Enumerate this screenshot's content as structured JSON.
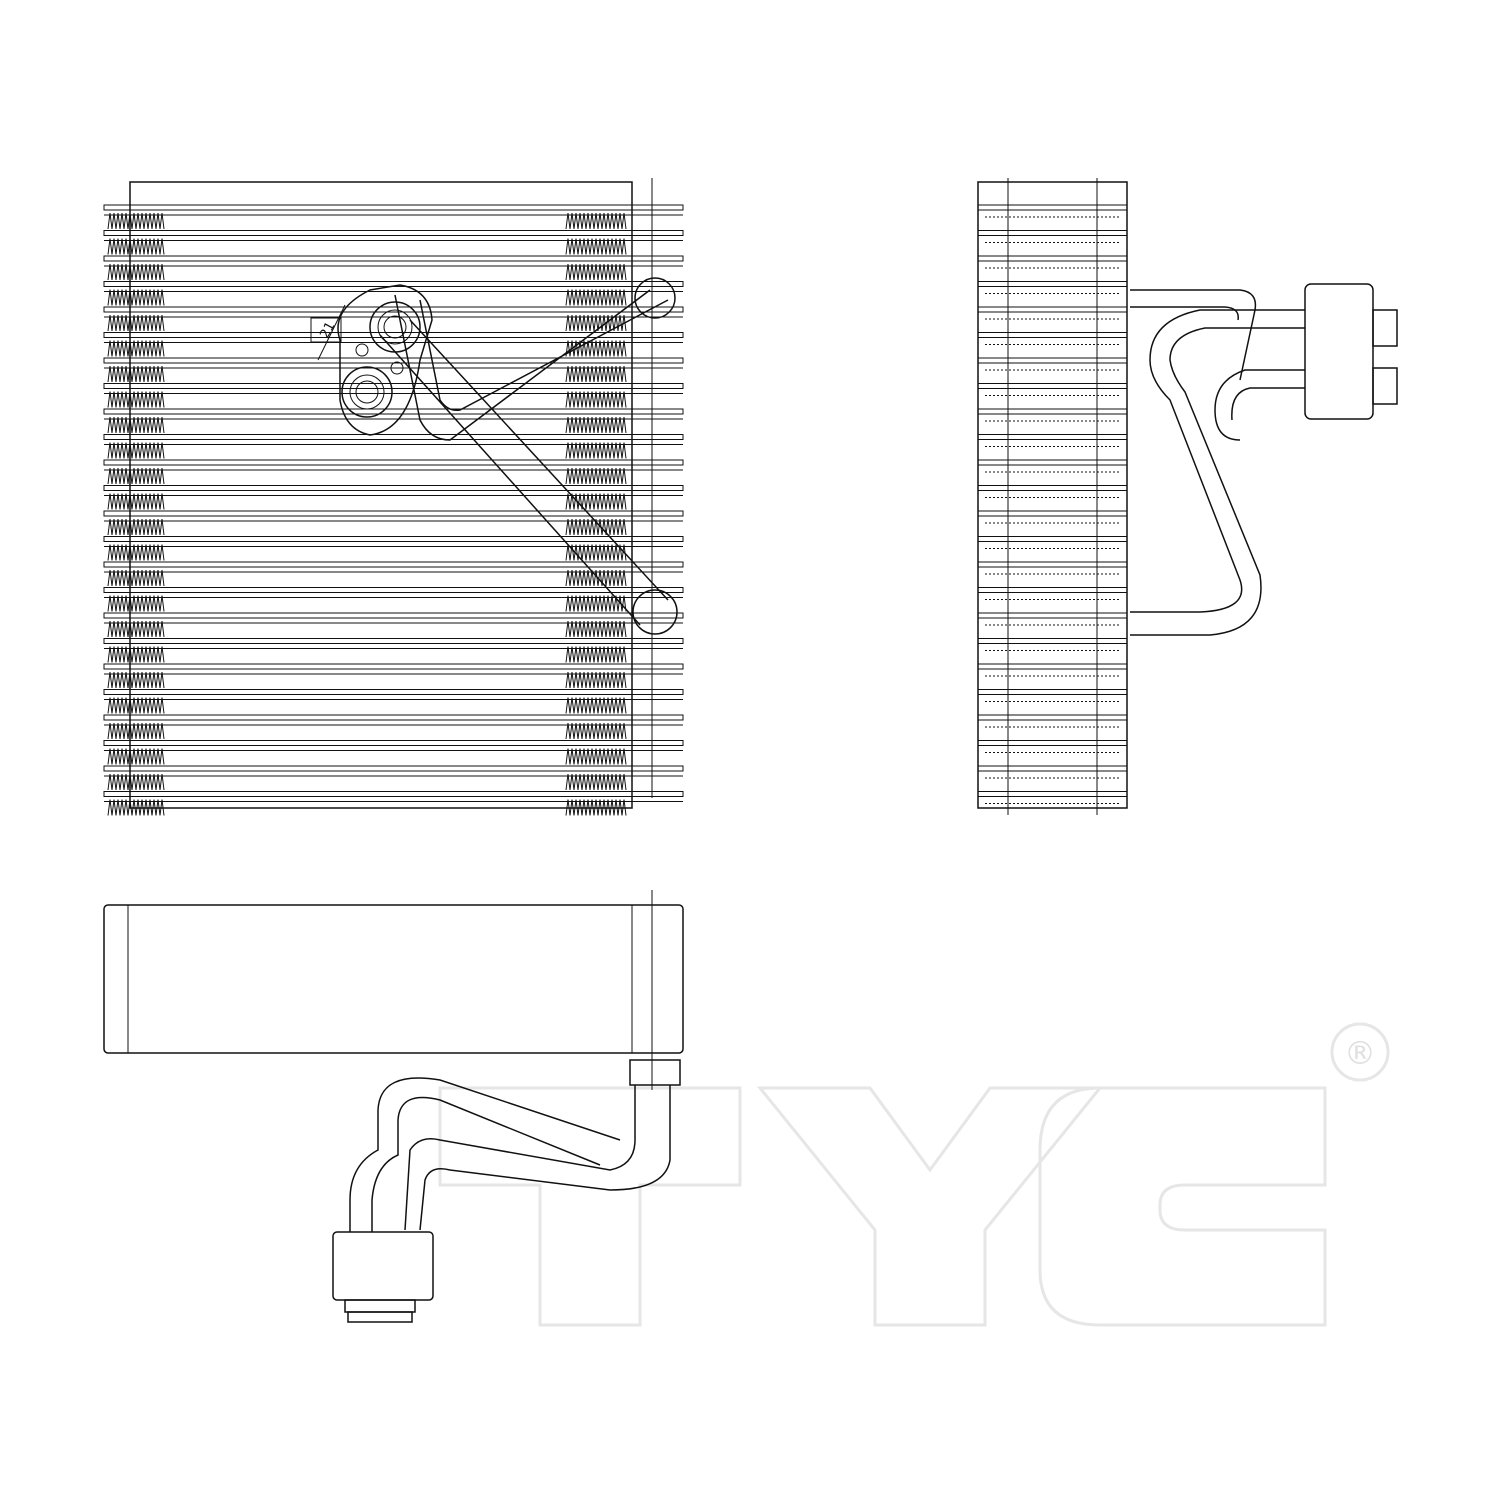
{
  "diagram": {
    "views": [
      "front-view",
      "side-view",
      "top-view"
    ],
    "dimension_label": "21",
    "watermark": {
      "brand": "TYC",
      "registered_mark": "®",
      "color": "#e6e6e6"
    },
    "line_color": "#111111"
  }
}
